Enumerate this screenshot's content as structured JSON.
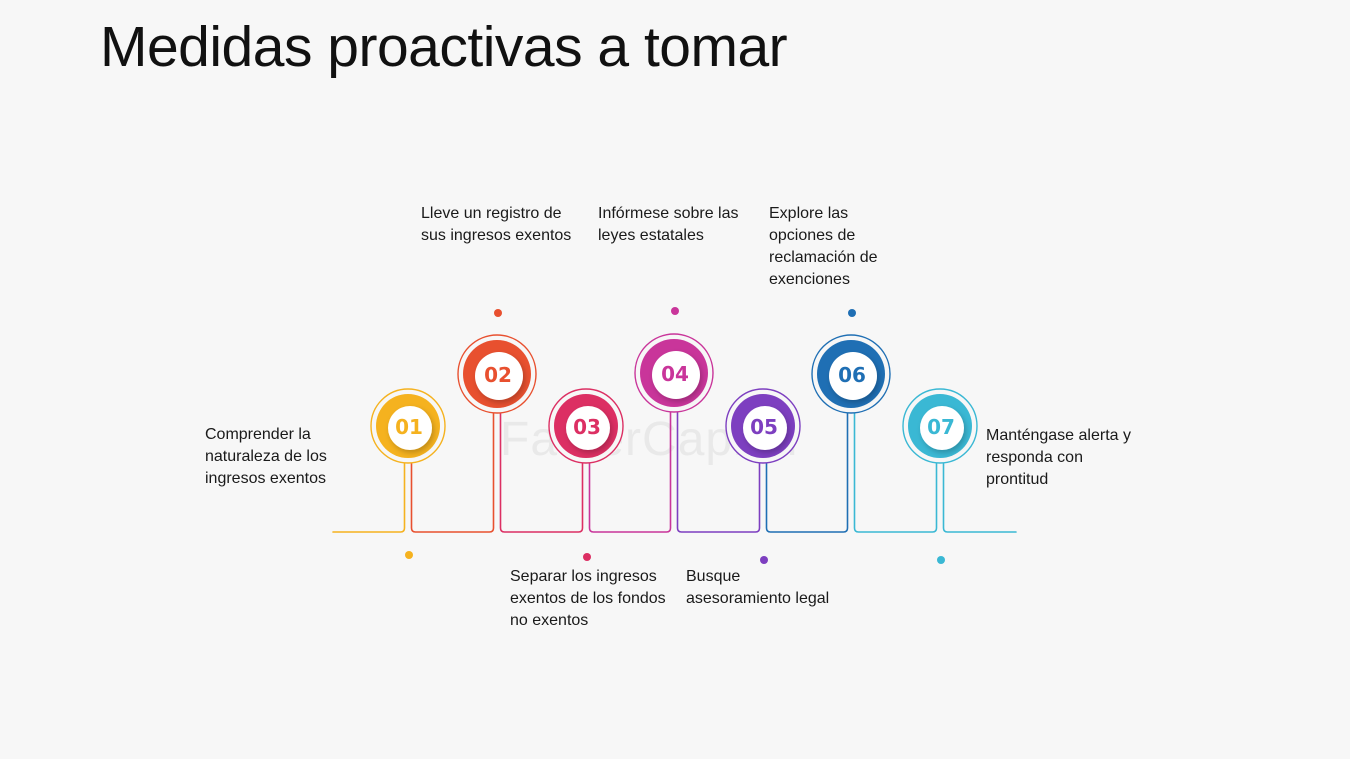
{
  "title": "Medidas proactivas a tomar",
  "watermark": "FasterCapital",
  "steps": [
    {
      "num": "01",
      "color": "#f5b21f",
      "label": "Comprender la naturaleza de los ingresos exentos"
    },
    {
      "num": "02",
      "color": "#e8502f",
      "label": "Lleve un registro de sus ingresos exentos"
    },
    {
      "num": "03",
      "color": "#dc2f63",
      "label": "Separar los ingresos exentos de los fondos no exentos"
    },
    {
      "num": "04",
      "color": "#c9359a",
      "label": "Infórmese sobre las leyes estatales"
    },
    {
      "num": "05",
      "color": "#7d3fc0",
      "label": "Busque asesoramiento legal"
    },
    {
      "num": "06",
      "color": "#1f6fb4",
      "label": "Explore las opciones de reclamación de exenciones"
    },
    {
      "num": "07",
      "color": "#3ab8d4",
      "label": "Manténgase alerta y responda con prontitud"
    }
  ]
}
